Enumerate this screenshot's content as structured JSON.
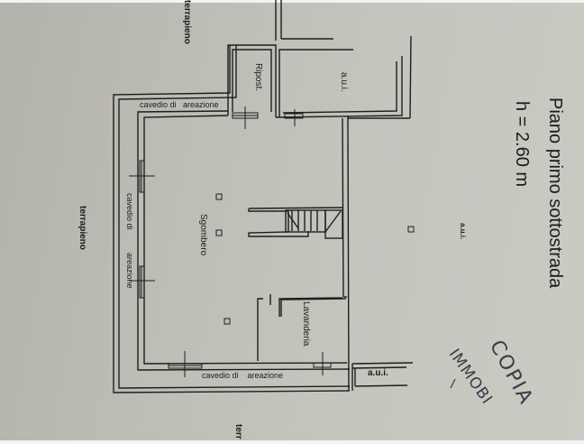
{
  "plan": {
    "title": "Piano primo sottostrada",
    "height": "h = 2.60 m",
    "rooms": {
      "main": "Sgombero",
      "laundry": "Lavanderia",
      "storage": "Ripost."
    },
    "labels": {
      "aui_top": "a.u.i.",
      "aui_right": "a.u.i.",
      "aui_bottom": "a.u.i.",
      "cavedio_top": "cavedio di   areazione",
      "cavedio_left_1": "cavedio di",
      "cavedio_left_2": "areazione",
      "cavedio_bottom": "cavedio di    areazione",
      "terrapieno_top": "terrapieno",
      "terrapieno_left": "terrapieno",
      "terrapieno_bottom": "terr"
    },
    "annotations": {
      "stamp_line1": "COPIA",
      "stamp_line2": "IMMOBI"
    },
    "colors": {
      "paper": "#c0bfb8",
      "ink": "#1c1c1c",
      "pen": "#3a3a48"
    }
  }
}
